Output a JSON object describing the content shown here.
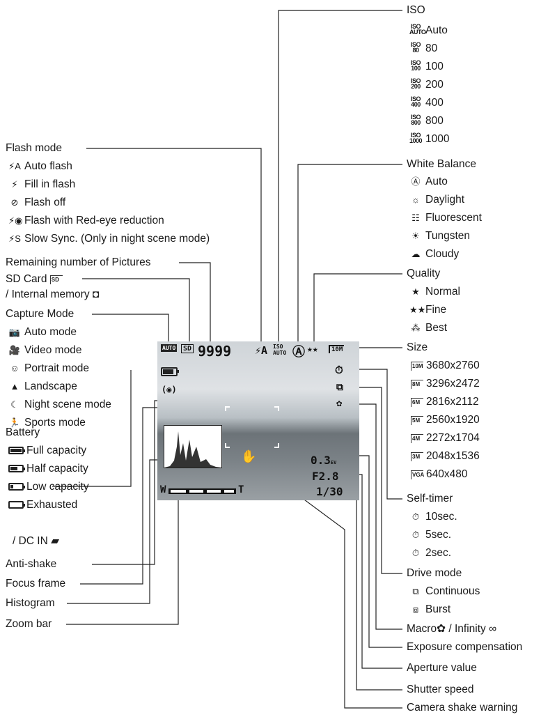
{
  "osd": {
    "remaining": "9999",
    "ev": "0.3",
    "ev_unit": "EV",
    "aperture": "F2.8",
    "shutter": "1/30",
    "zoom_w": "W",
    "zoom_t": "T",
    "flash": "⚡A",
    "iso_badge": "ISO AUTO",
    "wb_badge": "Ⓐ",
    "quality_badge": "★★",
    "size_badge": "10M",
    "mode_badge": "AUTO",
    "card_badge": "SD"
  },
  "left": {
    "flash_title": "Flash mode",
    "flash_items": [
      {
        "icon": "⚡A",
        "label": "Auto flash"
      },
      {
        "icon": "⚡",
        "label": "Fill in flash"
      },
      {
        "icon": "⊘",
        "label": "Flash off"
      },
      {
        "icon": "⚡◉",
        "label": "Flash with Red-eye reduction"
      },
      {
        "icon": "⚡S",
        "label": "Slow Sync. (Only in night scene mode)"
      }
    ],
    "remaining_title": "Remaining number of Pictures",
    "sd_card": "SD Card",
    "internal_memory": "/ Internal memory",
    "capture_title": "Capture Mode",
    "capture_items": [
      {
        "icon": "📷",
        "label": "Auto mode"
      },
      {
        "icon": "🎥",
        "label": "Video mode"
      },
      {
        "icon": "☺",
        "label": "Portrait mode"
      },
      {
        "icon": "▲",
        "label": "Landscape"
      },
      {
        "icon": "☾",
        "label": "Night scene mode"
      },
      {
        "icon": "🏃",
        "label": "Sports mode"
      }
    ],
    "battery_title": "Battery",
    "battery_items": [
      {
        "level": 1.0,
        "label": "Full capacity"
      },
      {
        "level": 0.6,
        "label": "Half capacity"
      },
      {
        "level": 0.25,
        "label": "Low capacity"
      },
      {
        "level": 0,
        "label": "Exhausted"
      }
    ],
    "dc_in": "/ DC IN",
    "anti_shake": "Anti-shake",
    "focus_frame": "Focus frame",
    "histogram": "Histogram",
    "zoom_bar": "Zoom bar"
  },
  "right": {
    "iso_title": "ISO",
    "iso_items": [
      {
        "icon_top": "ISO",
        "icon_bot": "AUTO",
        "label": "Auto"
      },
      {
        "icon_top": "ISO",
        "icon_bot": "80",
        "label": "80"
      },
      {
        "icon_top": "ISO",
        "icon_bot": "100",
        "label": "100"
      },
      {
        "icon_top": "ISO",
        "icon_bot": "200",
        "label": "200"
      },
      {
        "icon_top": "ISO",
        "icon_bot": "400",
        "label": "400"
      },
      {
        "icon_top": "ISO",
        "icon_bot": "800",
        "label": "800"
      },
      {
        "icon_top": "ISO",
        "icon_bot": "1000",
        "label": "1000"
      }
    ],
    "wb_title": "White Balance",
    "wb_items": [
      {
        "icon": "Ⓐ",
        "label": "Auto"
      },
      {
        "icon": "☼",
        "label": "Daylight"
      },
      {
        "icon": "☷",
        "label": "Fluorescent"
      },
      {
        "icon": "☀",
        "label": "Tungsten"
      },
      {
        "icon": "☁",
        "label": "Cloudy"
      }
    ],
    "quality_title": "Quality",
    "quality_items": [
      {
        "icon": "★",
        "label": "Normal"
      },
      {
        "icon": "★★",
        "label": "Fine"
      },
      {
        "icon": "⁂",
        "label": "Best"
      }
    ],
    "size_title": "Size",
    "size_items": [
      {
        "icon": "10M",
        "label": "3680x2760"
      },
      {
        "icon": "8M",
        "label": "3296x2472"
      },
      {
        "icon": "6M",
        "label": "2816x2112"
      },
      {
        "icon": "5M",
        "label": "2560x1920"
      },
      {
        "icon": "4M",
        "label": "2272x1704"
      },
      {
        "icon": "3M",
        "label": "2048x1536"
      },
      {
        "icon": "VGA",
        "label": "640x480"
      }
    ],
    "selftimer_title": "Self-timer",
    "selftimer_items": [
      {
        "icon": "⏱",
        "label": "10sec."
      },
      {
        "icon": "⏱",
        "label": "5sec."
      },
      {
        "icon": "⏱",
        "label": "2sec."
      }
    ],
    "drive_title": "Drive mode",
    "drive_items": [
      {
        "icon": "⧉",
        "label": "Continuous"
      },
      {
        "icon": "⧈",
        "label": "Burst"
      }
    ],
    "macro": "Macro",
    "infinity": "/ Infinity ∞",
    "exposure": "Exposure compensation",
    "aperture": "Aperture value",
    "shutter": "Shutter speed",
    "shake_warning": "Camera shake warning"
  }
}
